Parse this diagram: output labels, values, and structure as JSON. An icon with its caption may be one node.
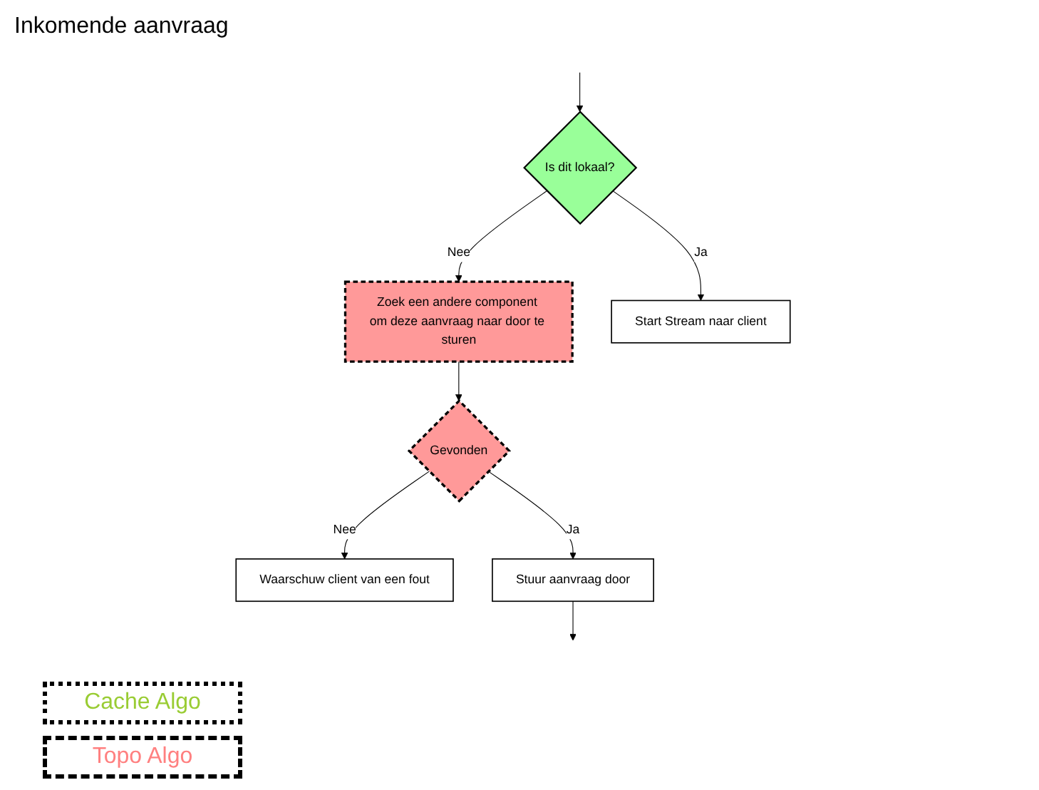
{
  "diagram": {
    "nodes": [
      {
        "text": [
          "Is dit lokaal?"
        ]
      },
      {
        "text": [
          "Zoek een andere component om deze aanvraag naar door te sturen"
        ]
      },
      {
        "text": [
          "Start Stream naar client"
        ]
      },
      {
        "text": [
          "Gevonden"
        ]
      },
      {
        "text": [
          "Waarschuw client van een fout"
        ]
      },
      {
        "text": [
          "Stuur aanvraag door"
        ]
      }
    ],
    "edges": [
      {
        "from": null,
        "to": 0,
        "arrow": "to"
      },
      {
        "from": 0,
        "to": 2,
        "arrow": "to",
        "label": "Ja"
      },
      {
        "from": 0,
        "to": 1,
        "arrow": "to",
        "label": "Nee"
      },
      {
        "from": 1,
        "to": 3,
        "arrow": "to"
      },
      {
        "from": 3,
        "to": 4,
        "arrow": "to",
        "label": "Nee"
      },
      {
        "from": 3,
        "to": 5,
        "arrow": "to",
        "label": "Ja"
      },
      {
        "from": 5,
        "to": null,
        "arrow": "to"
      }
    ],
    "labels": [
      "Inkomende aanvraag"
    ],
    "legend": [
      {
        "text": "Cache Algo",
        "color": "#99cc33"
      },
      {
        "text": "Topo Algo",
        "color": "#ff8080"
      }
    ]
  }
}
